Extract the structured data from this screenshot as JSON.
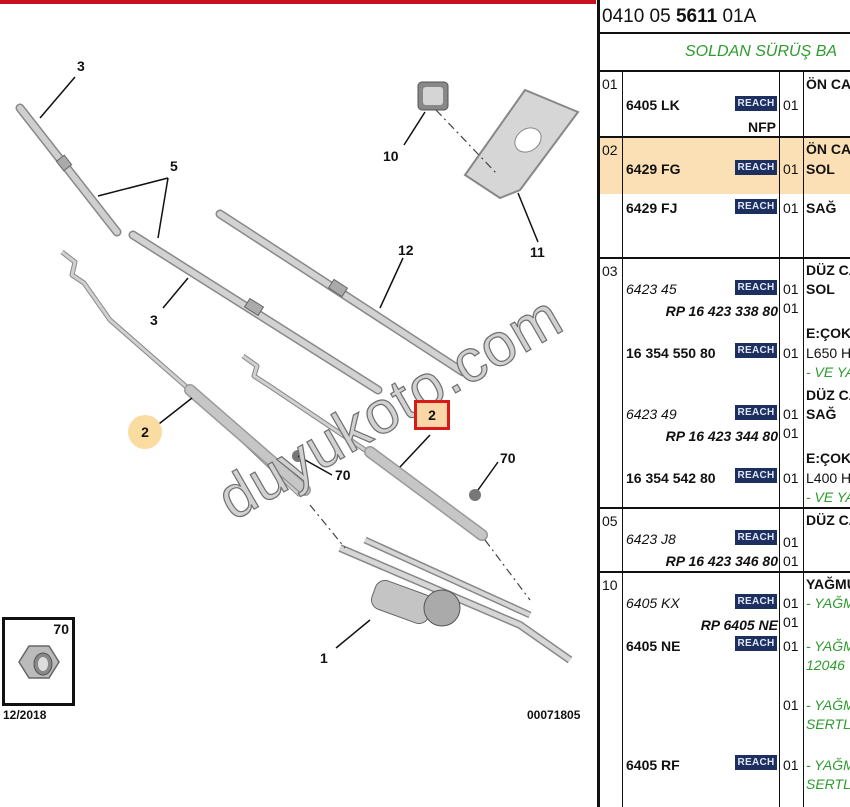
{
  "diagram": {
    "callouts": {
      "c3_top": "3",
      "c5": "5",
      "c3_mid": "3",
      "c12": "12",
      "c10": "10",
      "c11": "11",
      "c2_left": "2",
      "c2_selected": "2",
      "c70_left": "70",
      "c70_right": "70",
      "c1": "1"
    },
    "nut_inset_number": "70",
    "date": "12/2018",
    "reference": "00071805",
    "watermark": "duyukoto.com",
    "accent_color": "#c8101e",
    "highlight_color": "#fbdca0"
  },
  "parts_panel": {
    "header": {
      "prefix": "0410 05 ",
      "bold": "5611",
      "suffix": " 01A"
    },
    "subheader": "SOLDAN SÜRÜŞ BA",
    "reach_label": "REACH",
    "groups": [
      {
        "num": "01",
        "lines": [
          {
            "pn": "6405 LK",
            "reach": true,
            "qty": "01",
            "desc": "ÖN CA"
          },
          {
            "nfp": "NFP"
          }
        ]
      },
      {
        "num": "02",
        "highlighted": true,
        "lines": [
          {
            "pn": "6429 FG",
            "reach": true,
            "qty": "01",
            "desc_title": "ÖN CA",
            "desc": "SOL"
          },
          {
            "pn": "6429 FJ",
            "reach": true,
            "qty": "01",
            "desc": "SAĞ"
          }
        ]
      },
      {
        "num": "03",
        "lines": [
          {
            "pn": "6423 45",
            "italic": true,
            "reach": true,
            "qty": "01",
            "desc_title": "DÜZ CA",
            "desc": "SOL"
          },
          {
            "rp": "RP 16 423 338 80",
            "qty": "01"
          },
          {
            "pn": "16 354 550 80",
            "reach": true,
            "qty": "01",
            "desc_title": "E:ÇOK",
            "desc": "L650 H",
            "note": "- VE YA"
          },
          {
            "pn": "6423 49",
            "italic": true,
            "reach": true,
            "qty": "01",
            "desc_title": "DÜZ CA",
            "desc": "SAĞ"
          },
          {
            "rp": "RP 16 423 344 80",
            "qty": "01"
          },
          {
            "pn": "16 354 542 80",
            "reach": true,
            "qty": "01",
            "desc_title": "E:ÇOK",
            "desc": "L400 H",
            "note": "- VE YA"
          }
        ]
      },
      {
        "num": "05",
        "lines": [
          {
            "pn": "6423 J8",
            "italic": true,
            "reach": true,
            "qty": "01",
            "desc_title": "DÜZ CA"
          },
          {
            "rp": "RP 16 423 346 80",
            "qty": "01"
          }
        ]
      },
      {
        "num": "10",
        "lines": [
          {
            "pn": "6405 KX",
            "italic": true,
            "reach": true,
            "qty": "01",
            "desc_title": "YAĞMU",
            "note": "- YAĞM"
          },
          {
            "rp": "RP 6405 NE",
            "qty": "01"
          },
          {
            "pn": "6405 NE",
            "reach": true,
            "qty": "01",
            "note": "- YAĞM",
            "note2": "12046"
          },
          {
            "qty": "01",
            "note": "- YAĞM",
            "note2": "SERTL"
          },
          {
            "pn": "6405 RF",
            "reach": true,
            "qty": "01",
            "note": "- YAĞM",
            "note2": "SERTL"
          }
        ]
      }
    ]
  }
}
